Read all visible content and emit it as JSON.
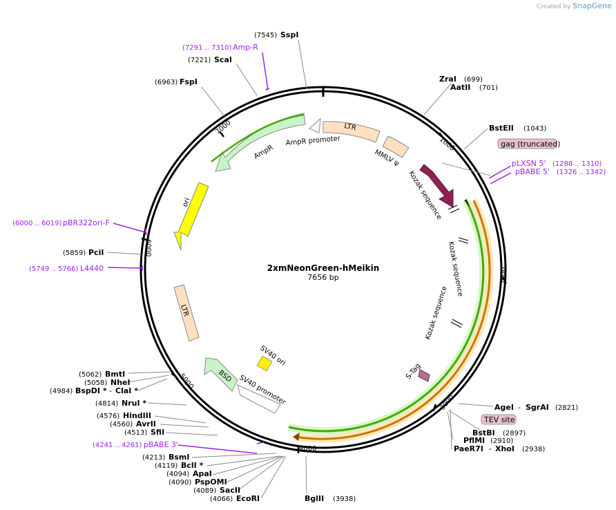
{
  "credit": {
    "prefix": "Created by",
    "brand": "SnapGene"
  },
  "plasmid": {
    "name": "2xmNeonGreen-hMeikin",
    "size": "7656 bp"
  },
  "ticks": [
    {
      "label": "1000"
    },
    {
      "label": "2000"
    },
    {
      "label": "3000"
    },
    {
      "label": "4000"
    },
    {
      "label": "5000"
    },
    {
      "label": "6000"
    },
    {
      "label": "7000"
    }
  ],
  "features": [
    {
      "label": "LTR"
    },
    {
      "label": "MMLV ψ"
    },
    {
      "label": "Kozak sequence"
    },
    {
      "label": "Kozak sequence"
    },
    {
      "label": "Kozak sequence"
    },
    {
      "label": "S-Tag"
    },
    {
      "label": "SV40 ori"
    },
    {
      "label": "SV40 promoter"
    },
    {
      "label": "BSD"
    },
    {
      "label": "LTR"
    },
    {
      "label": "ori"
    },
    {
      "label": "AmpR"
    },
    {
      "label": "AmpR promoter"
    }
  ],
  "sites": [
    {
      "pos": "(7545)",
      "name": "SspI"
    },
    {
      "pos": "(7221)",
      "name": "ScaI"
    },
    {
      "pos": "(6963)",
      "name": "FspI"
    },
    {
      "name": "ZraI",
      "pos": "(699)"
    },
    {
      "name": "AatII",
      "pos": "(701)"
    },
    {
      "name": "BstEII",
      "pos": "(1043)"
    },
    {
      "pos": "(5859)",
      "name": "PciI"
    },
    {
      "pos": "(5062)",
      "name": "BmtI"
    },
    {
      "pos": "(5058)",
      "name": "NheI"
    },
    {
      "pos": "(4984)",
      "name": "BspDI *",
      "name2": "ClaI *"
    },
    {
      "pos": "(4814)",
      "name": "NruI *"
    },
    {
      "pos": "(4576)",
      "name": "HindIII"
    },
    {
      "pos": "(4560)",
      "name": "AvrII"
    },
    {
      "pos": "(4513)",
      "name": "SfiI"
    },
    {
      "pos": "(4213)",
      "name": "BsmI"
    },
    {
      "pos": "(4119)",
      "name": "BclI *"
    },
    {
      "pos": "(4094)",
      "name": "ApaI"
    },
    {
      "pos": "(4090)",
      "name": "PspOMI"
    },
    {
      "pos": "(4089)",
      "name": "SacII"
    },
    {
      "pos": "(4066)",
      "name": "EcoRI"
    },
    {
      "name": "BglII",
      "pos": "(3938)"
    },
    {
      "name": "AgeI",
      "name2": "SgrAI",
      "pos": "(2821)"
    },
    {
      "name": "BstBI",
      "pos": "(2897)"
    },
    {
      "name": "PflMI",
      "pos": "(2910)"
    },
    {
      "name": "PaeR7I",
      "name2": "XhoI",
      "pos": "(2938)"
    }
  ],
  "primers": [
    {
      "range": "(7291 .. 7310)",
      "name": "Amp-R"
    },
    {
      "name": "pLXSN 5'",
      "range": "(1288 .. 1310)"
    },
    {
      "name": "pBABE 5'",
      "range": "(1326 .. 1342)"
    },
    {
      "range": "(6000 .. 6019)",
      "name": "pBR322ori-F"
    },
    {
      "range": "(5749 .. 5766)",
      "name": "L4440"
    },
    {
      "range": "(4241 .. 4261)",
      "name": "pBABE 3'"
    }
  ],
  "boxed_labels": [
    {
      "label": "gag (truncated)"
    },
    {
      "label": "TEV site"
    }
  ],
  "colors": {
    "backbone": "#000000",
    "ltr": "#ffe0c0",
    "mmlv": "#ffe0c0",
    "kozak_arrow": "#8b2252",
    "ampr": "#c8f5c8",
    "ori": "#ffff00",
    "sv40_ori": "#ffee00",
    "bsd": "#c8f5c8",
    "primer": "#a020f0",
    "orf_green": "#44aa00",
    "orf_orange": "#cc7700",
    "boxed_bg": "#e7bfd2"
  }
}
